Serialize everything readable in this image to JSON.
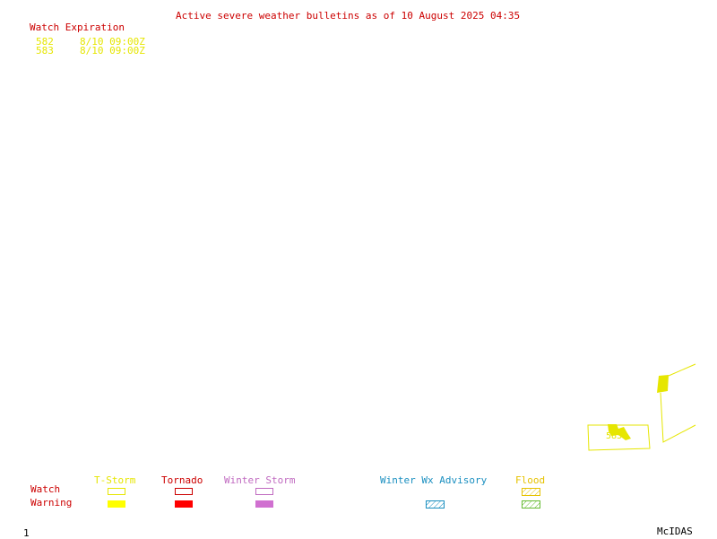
{
  "header": {
    "title": "Active severe weather bulletins as of 10 August 2025 04:35",
    "watch_heading": "Watch Expiration",
    "watches": [
      {
        "id": "582",
        "expires": "8/10 09:00Z"
      },
      {
        "id": "583",
        "expires": "8/10 09:00Z"
      }
    ]
  },
  "map": {
    "watch_label": "583",
    "watch_color": "#e6e600"
  },
  "legend": {
    "row_watch": "Watch",
    "row_warning": "Warning",
    "categories": [
      {
        "label": "T-Storm",
        "color": "#e6e600",
        "watch_style": "outline",
        "warning_style": "solid"
      },
      {
        "label": "Tornado",
        "color": "#ff0000",
        "watch_style": "outline",
        "warning_style": "solid"
      },
      {
        "label": "Winter Storm",
        "color": "#d070d0",
        "watch_style": "outline",
        "warning_style": "solid"
      },
      {
        "label": "Winter Wx Advisory",
        "color": "#1a8fc0",
        "watch_style": "none",
        "warning_style": "hatched"
      },
      {
        "label": "Flood",
        "color": "#e6c200",
        "watch_style": "hatched",
        "warning_style": "hatched-green"
      }
    ]
  },
  "footer": {
    "frame_number": "1",
    "brand": "McIDAS"
  }
}
